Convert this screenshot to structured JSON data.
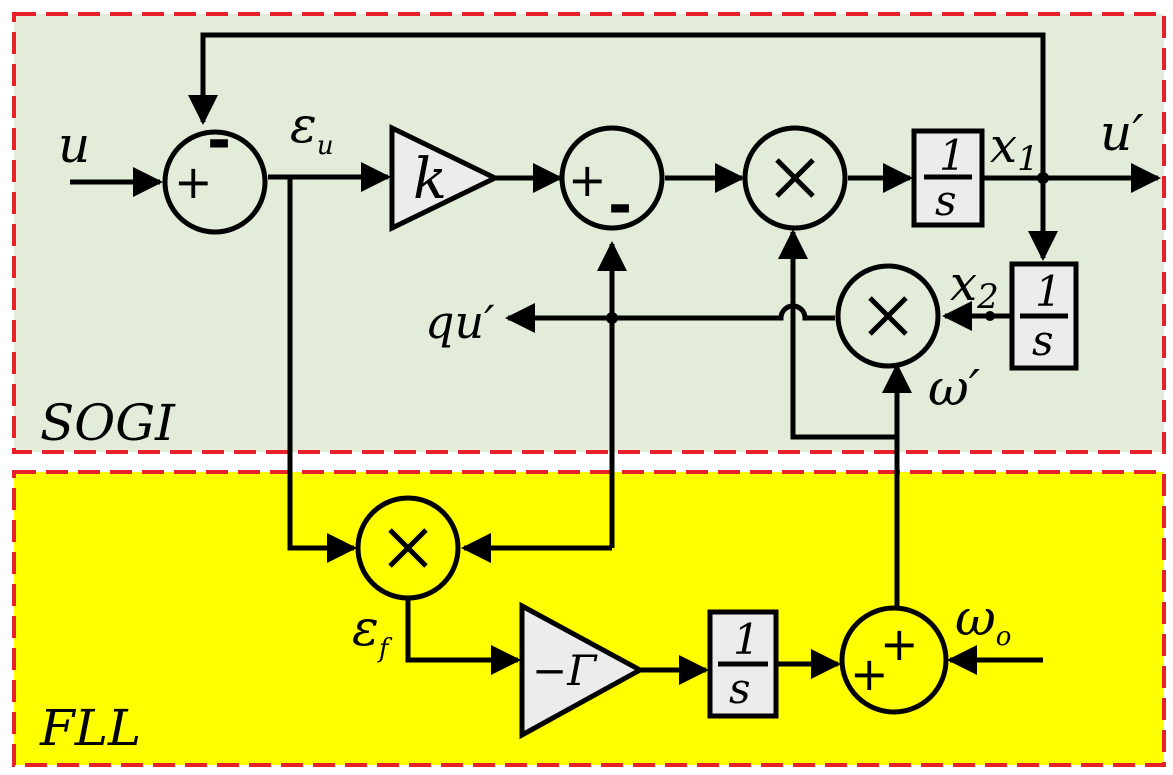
{
  "regions": {
    "sogi": {
      "label": "SOGI",
      "fill": "#e2ecd9",
      "border": "#e8202a"
    },
    "fll": {
      "label": "FLL",
      "fill": "#ffff00",
      "border": "#e8202a"
    }
  },
  "signals": {
    "input": "u",
    "output": "u′",
    "quadrature_output": "qu′",
    "error_u": "ε",
    "error_u_sub": "u",
    "error_f": "ε",
    "error_f_sub": "f",
    "state_x1": "x",
    "state_x1_sub": "1",
    "state_x2": "x",
    "state_x2_sub": "2",
    "omega_est": "ω′",
    "omega_nominal": "ω",
    "omega_nominal_sub": "o"
  },
  "blocks": {
    "gain_k": "k",
    "gain_fll": "−Γ",
    "integrator_numerator": "1",
    "integrator_denominator": "s"
  },
  "signs": {
    "plus": "+",
    "minus": "-"
  },
  "colors": {
    "block_fill": "#ececec",
    "line": "#000000"
  }
}
